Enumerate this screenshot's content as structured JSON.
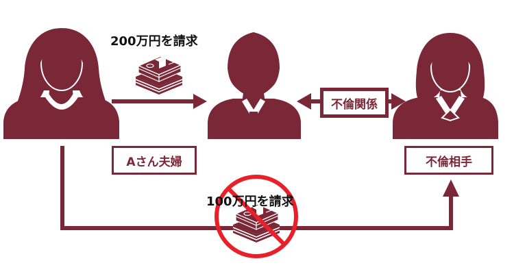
{
  "colors": {
    "primary": "#7a2737",
    "prohibit": "#e8202a",
    "cash_light": "#ffffff"
  },
  "labels": {
    "claim_top": "200万円を請求",
    "claim_bottom": "100万円を請求",
    "couple": "Aさん夫婦",
    "relation": "不倫関係",
    "partner": "不倫相手"
  },
  "icons": {
    "wife": "woman-silhouette-icon",
    "husband": "man-suit-silhouette-icon",
    "partner": "woman-office-silhouette-icon",
    "money": "banknote-stack-icon",
    "prohibition": "no-symbol-icon"
  }
}
